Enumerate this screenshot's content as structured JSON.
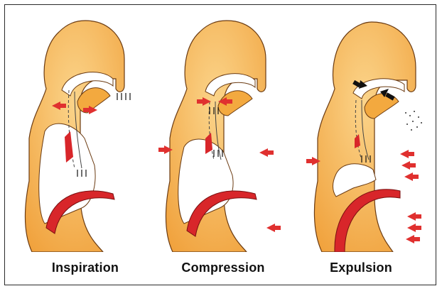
{
  "panels": [
    {
      "caption": "Inspiration"
    },
    {
      "caption": "Compression"
    },
    {
      "caption": "Expulsion"
    }
  ],
  "colors": {
    "body_fill": "#f3a93f",
    "body_light": "#fbd48a",
    "outline": "#6b3b12",
    "lung_fill": "#ffffff",
    "diaphragm": "#d8262a",
    "arrow_red": "#e0302f",
    "arrow_black": "#111111",
    "caption_text": "#111111"
  }
}
